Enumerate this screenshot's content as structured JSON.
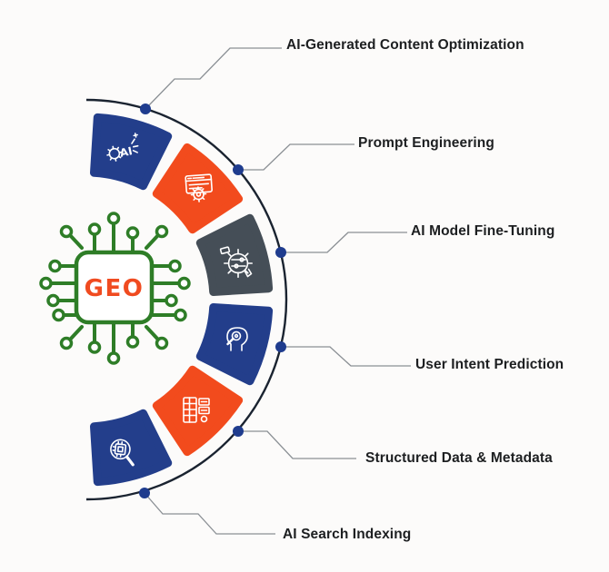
{
  "style": {
    "background": "#fcfbfa",
    "arc_color": "#1a2330",
    "dot_color": "#1f3c8e",
    "connector_color": "#8a8f94",
    "label_color": "#1d1f21",
    "icon_color": "#ffffff"
  },
  "center": {
    "label": "GEO",
    "label_color": "#f04b20",
    "chip_color": "#2e7d27"
  },
  "items": [
    {
      "label": "AI-Generated Content Optimization",
      "color": "#233e8b",
      "icon": "ai-content-optimization-icon"
    },
    {
      "label": "Prompt Engineering",
      "color": "#f24b1d",
      "icon": "prompt-engineering-icon"
    },
    {
      "label": "AI Model Fine-Tuning",
      "color": "#454e57",
      "icon": "model-fine-tuning-icon"
    },
    {
      "label": "User Intent Prediction",
      "color": "#233e8b",
      "icon": "user-intent-prediction-icon"
    },
    {
      "label": "Structured Data & Metadata",
      "color": "#f24b1d",
      "icon": "structured-data-icon"
    },
    {
      "label": "AI Search Indexing",
      "color": "#233e8b",
      "icon": "ai-search-indexing-icon"
    }
  ]
}
